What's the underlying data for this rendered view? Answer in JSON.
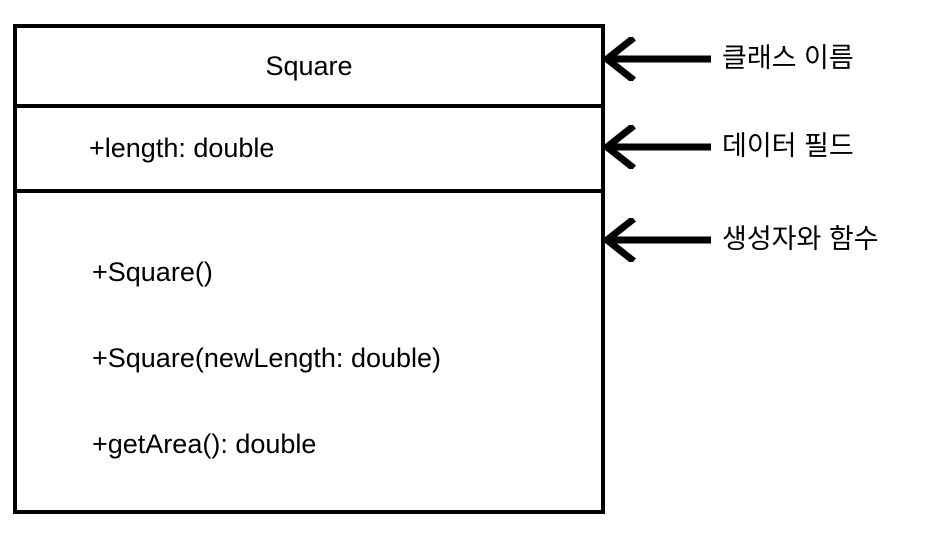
{
  "diagram": {
    "type": "uml-class-diagram",
    "colors": {
      "stroke": "#000000",
      "background": "#ffffff",
      "text": "#000000"
    },
    "class_box": {
      "name": "Square",
      "fields": [
        "+length: double"
      ],
      "methods": [
        "+Square()",
        "+Square(newLength: double)",
        "+getArea(): double"
      ]
    },
    "annotations": [
      {
        "label": "클래스 이름",
        "icon": "arrow-left-icon",
        "target": "class-name-compartment"
      },
      {
        "label": "데이터 필드",
        "icon": "arrow-left-icon",
        "target": "fields-compartment"
      },
      {
        "label": "생성자와 함수",
        "icon": "arrow-left-icon",
        "target": "methods-compartment"
      }
    ]
  }
}
